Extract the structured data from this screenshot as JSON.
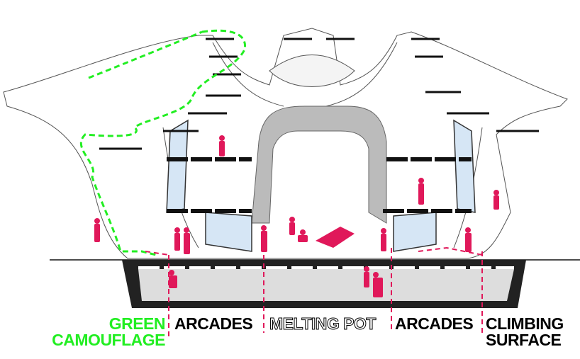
{
  "colors": {
    "green": "#22ee22",
    "pink": "#e0185a",
    "dark": "#222222",
    "glass": "#cfe2f3"
  },
  "labels": {
    "green_camouflage_1": "GREEN",
    "green_camouflage_2": "CAMOUFLAGE",
    "arcades_left": "ARCADES",
    "melting_pot": "MELTING POT",
    "arcades_right": "ARCADES",
    "climbing_1": "CLIMBING",
    "climbing_2": "SURFACE"
  }
}
